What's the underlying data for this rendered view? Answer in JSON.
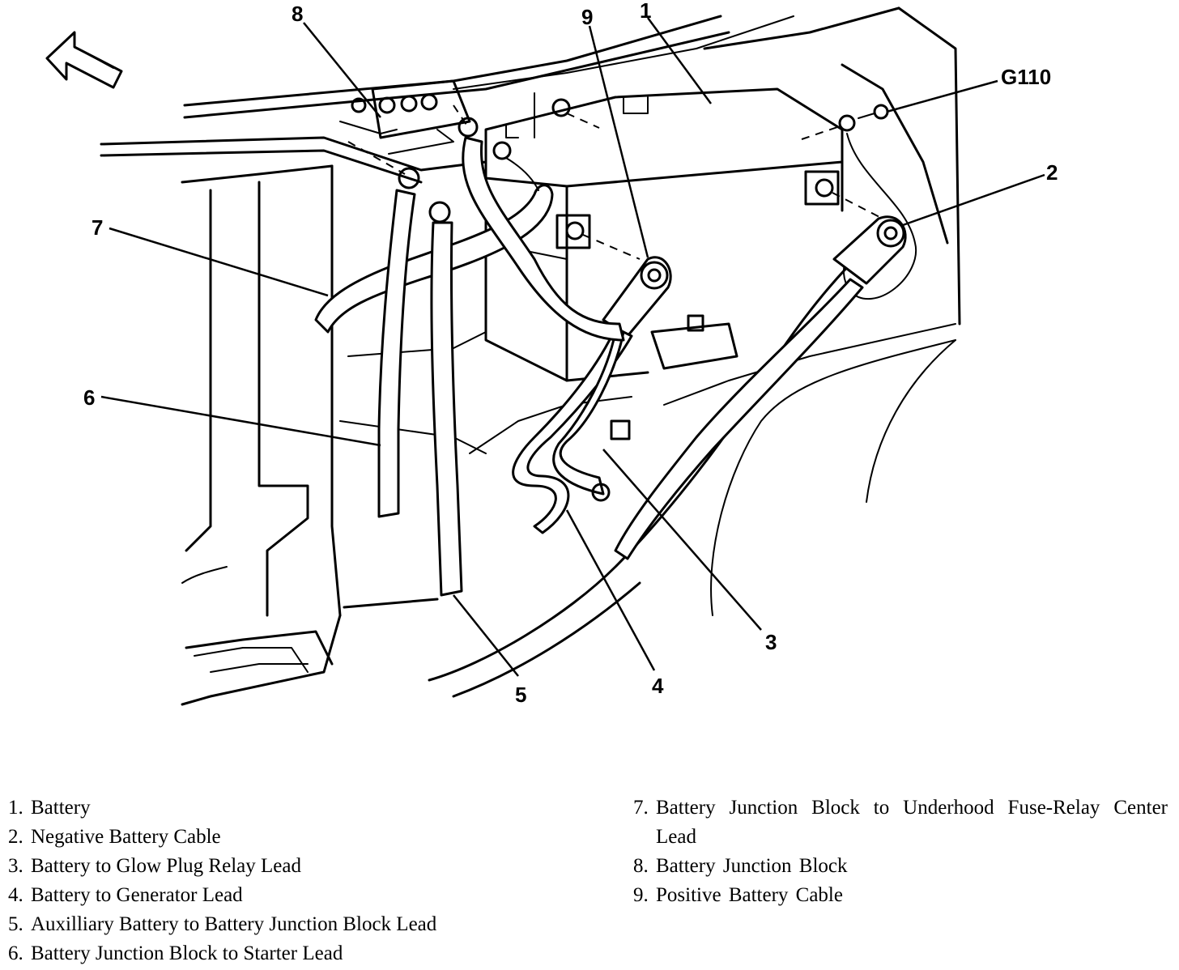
{
  "callouts": [
    {
      "id": "1",
      "label": "1"
    },
    {
      "id": "2",
      "label": "2"
    },
    {
      "id": "3",
      "label": "3"
    },
    {
      "id": "4",
      "label": "4"
    },
    {
      "id": "5",
      "label": "5"
    },
    {
      "id": "6",
      "label": "6"
    },
    {
      "id": "7",
      "label": "7"
    },
    {
      "id": "8",
      "label": "8"
    },
    {
      "id": "9",
      "label": "9"
    },
    {
      "id": "g110",
      "label": "G110"
    }
  ],
  "legend": {
    "items": [
      {
        "num": "1.",
        "text": "Battery"
      },
      {
        "num": "2.",
        "text": "Negative Battery Cable"
      },
      {
        "num": "3.",
        "text": "Battery to Glow Plug Relay Lead"
      },
      {
        "num": "4.",
        "text": "Battery to Generator Lead"
      },
      {
        "num": "5.",
        "text": "Auxilliary Battery to Battery Junction Block Lead"
      },
      {
        "num": "6.",
        "text": "Battery Junction Block to Starter Lead"
      },
      {
        "num": "7.",
        "text": "Battery Junction Block to Underhood Fuse-Relay Center Lead"
      },
      {
        "num": "8.",
        "text": "Battery Junction Block"
      },
      {
        "num": "9.",
        "text": "Positive Battery Cable"
      }
    ]
  }
}
